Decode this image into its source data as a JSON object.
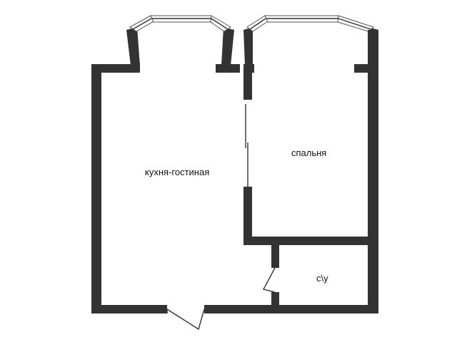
{
  "rooms": [
    {
      "id": "living",
      "label": "кухня-гостиная"
    },
    {
      "id": "bedroom",
      "label": "спальня"
    },
    {
      "id": "bathroom",
      "label": "с\\у"
    }
  ],
  "colors": {
    "wall": "#333333",
    "background": "#ffffff",
    "text": "#111111"
  }
}
